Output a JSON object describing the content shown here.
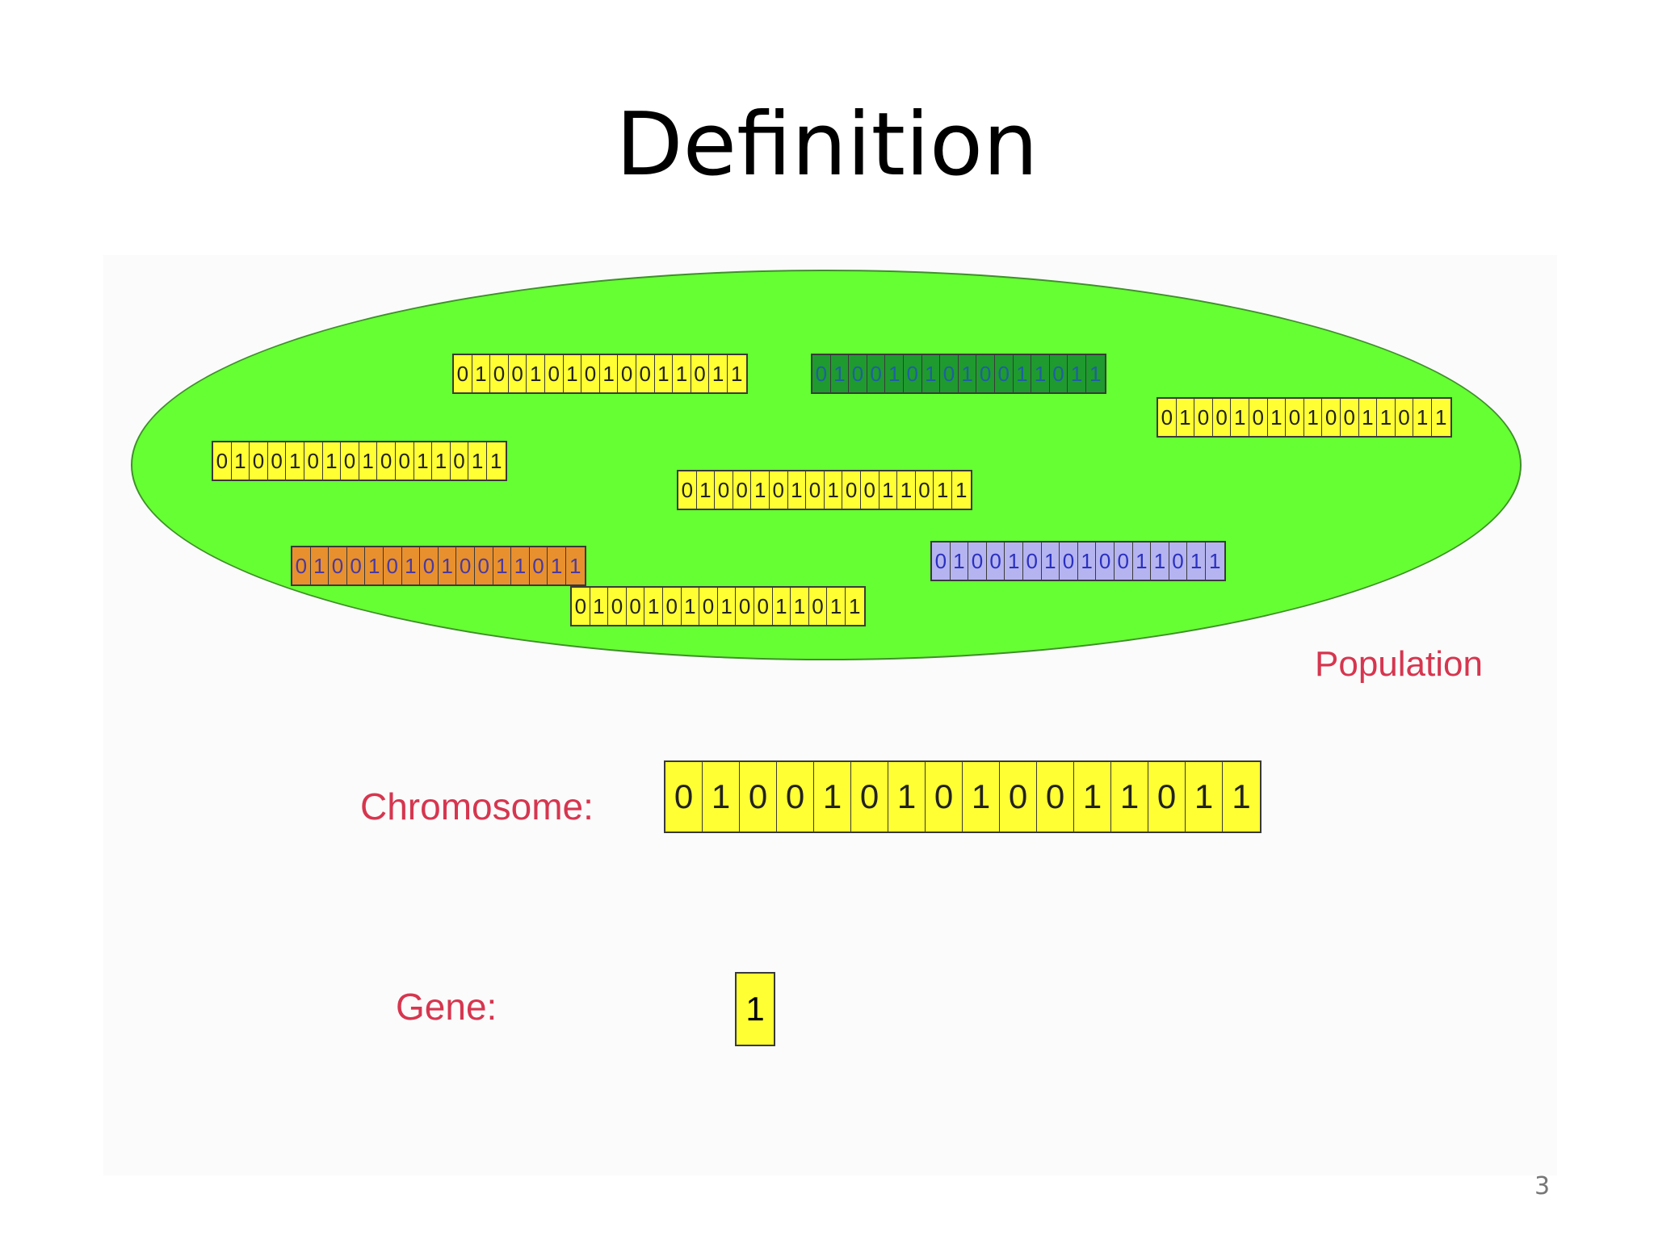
{
  "slide": {
    "title": "Definition",
    "page_number": "3"
  },
  "labels": {
    "population": "Population",
    "chromosome": "Chromosome:",
    "gene": "Gene:"
  },
  "chromosome_bits": [
    "0",
    "1",
    "0",
    "0",
    "1",
    "0",
    "1",
    "0",
    "1",
    "0",
    "0",
    "1",
    "1",
    "0",
    "1",
    "1"
  ],
  "gene_value": "1",
  "population_colors": {
    "ellipse": "#66ff33",
    "yellow": "#ffff33",
    "dark_green": "#1f9a2f",
    "orange": "#e8902e",
    "lavender": "#b5b4f0"
  },
  "population": [
    {
      "color": "yellow",
      "text_color": "#222222"
    },
    {
      "color": "dark_green",
      "text_color": "#1f5fa0"
    },
    {
      "color": "yellow",
      "text_color": "#222222"
    },
    {
      "color": "yellow",
      "text_color": "#222222"
    },
    {
      "color": "yellow",
      "text_color": "#222222"
    },
    {
      "color": "orange",
      "text_color": "#4a3aa0"
    },
    {
      "color": "lavender",
      "text_color": "#2a30c0"
    },
    {
      "color": "yellow",
      "text_color": "#222222"
    }
  ]
}
